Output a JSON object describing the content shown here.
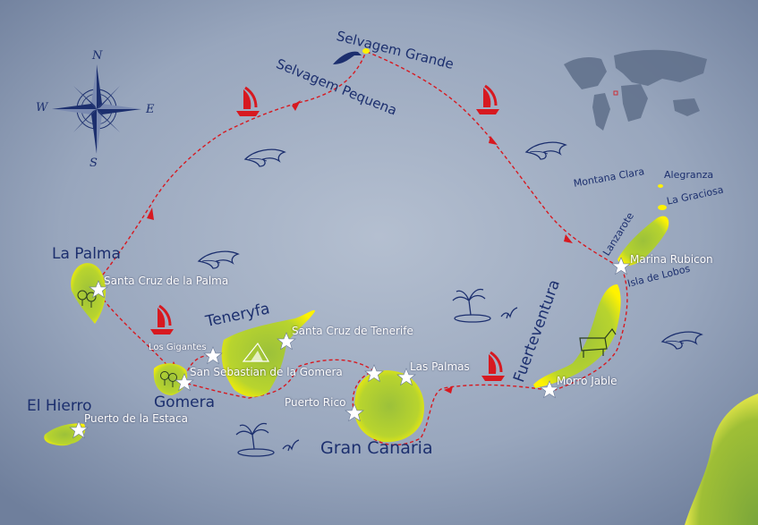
{
  "compass": {
    "n": "N",
    "e": "E",
    "s": "S",
    "w": "W"
  },
  "islands": {
    "la_palma": "La Palma",
    "teneryfa": "Teneryfa",
    "gomera": "Gomera",
    "el_hierro": "El Hierro",
    "gran_canaria": "Gran Canaria",
    "fuerteventura": "Fuerteventura",
    "lanzarote": "Lanzarote",
    "selvagem_grande": "Selvagem Grande",
    "selvagem_pequena": "Selvagem Pequena",
    "montana_clara": "Montana Clara",
    "alegranza": "Alegranza",
    "la_graciosa": "La Graciosa",
    "isla_de_lobos": "Isla de Lobos"
  },
  "ports": {
    "santa_cruz_palma": "Santa Cruz de la Palma",
    "los_gigantes": "Los Gigantes",
    "santa_cruz_tenerife": "Santa Cruz de Tenerife",
    "san_sebastian": "San Sebastian de la Gomera",
    "puerto_estaca": "Puerto de la Estaca",
    "las_palmas": "Las Palmas",
    "puerto_rico": "Puerto Rico",
    "marina_rubicon": "Marina Rubicon",
    "morro_jable": "Morro Jable"
  },
  "colors": {
    "sea": "#8e9cb6",
    "sea_light": "#a9b5c8",
    "island": "#c3d62b",
    "island_edge": "#fff200",
    "route": "#d71920",
    "text": "#1c2f6e",
    "star": "#ffffff"
  },
  "icons": [
    "compass-rose-icon",
    "sailboat-icon",
    "dolphin-icon",
    "palm-island-icon",
    "whale-tail-icon",
    "bird-icon",
    "star-icon",
    "world-map-icon",
    "tree-icon",
    "goat-icon",
    "volcano-icon"
  ]
}
